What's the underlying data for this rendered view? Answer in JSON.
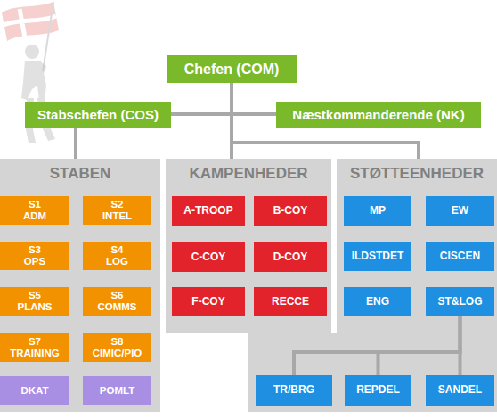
{
  "diagram": {
    "nodes": [
      {
        "text": [
          "Chefen (COM)"
        ]
      },
      {
        "text": [
          "Stabschefen (COS)"
        ]
      },
      {
        "text": [
          "Næstkommanderende (NK)"
        ]
      },
      {
        "text": [
          "STABEN"
        ]
      },
      {
        "text": [
          "S1 ADM"
        ],
        "in": 3
      },
      {
        "text": [
          "S2 INTEL"
        ],
        "in": 3
      },
      {
        "text": [
          "S3 OPS"
        ],
        "in": 3
      },
      {
        "text": [
          "S4 LOG"
        ],
        "in": 3
      },
      {
        "text": [
          "S5 PLANS"
        ],
        "in": 3
      },
      {
        "text": [
          "S6 COMMS"
        ],
        "in": 3
      },
      {
        "text": [
          "S7 TRAINING"
        ],
        "in": 3
      },
      {
        "text": [
          "S8 CIMIC/PIO"
        ],
        "in": 3
      },
      {
        "text": [
          "DKAT"
        ],
        "in": 3
      },
      {
        "text": [
          "POMLT"
        ],
        "in": 3
      },
      {
        "text": [
          "KAMPENHEDER"
        ]
      },
      {
        "text": [
          "A-TROOP"
        ],
        "in": 14
      },
      {
        "text": [
          "B-COY"
        ],
        "in": 14
      },
      {
        "text": [
          "C-COY"
        ],
        "in": 14
      },
      {
        "text": [
          "D-COY"
        ],
        "in": 14
      },
      {
        "text": [
          "F-COY"
        ],
        "in": 14
      },
      {
        "text": [
          "RECCE"
        ],
        "in": 14
      },
      {
        "text": [
          "STØTTEENHEDER"
        ]
      },
      {
        "text": [
          "MP"
        ],
        "in": 21
      },
      {
        "text": [
          "EW"
        ],
        "in": 21
      },
      {
        "text": [
          "ILDSTDET"
        ],
        "in": 21
      },
      {
        "text": [
          "CISCEN"
        ],
        "in": 21
      },
      {
        "text": [
          "ENG"
        ],
        "in": 21
      },
      {
        "text": [
          "ST&LOG"
        ],
        "in": 21
      },
      {
        "text": [
          "TR/BRG"
        ],
        "in": 21
      },
      {
        "text": [
          "REPDEL"
        ],
        "in": 21
      },
      {
        "text": [
          "SANDEL"
        ],
        "in": 21
      }
    ],
    "edges": [
      {
        "from": 0,
        "to": 1,
        "arrow": "none"
      },
      {
        "from": 0,
        "to": 2,
        "arrow": "none"
      },
      {
        "from": 1,
        "to": 3,
        "arrow": "none"
      },
      {
        "from": 0,
        "to": 14,
        "arrow": "none"
      },
      {
        "from": 0,
        "to": 21,
        "arrow": "none"
      },
      {
        "from": 27,
        "to": 28,
        "arrow": "none"
      },
      {
        "from": 27,
        "to": 29,
        "arrow": "none"
      },
      {
        "from": 27,
        "to": 30,
        "arrow": "none"
      }
    ]
  }
}
